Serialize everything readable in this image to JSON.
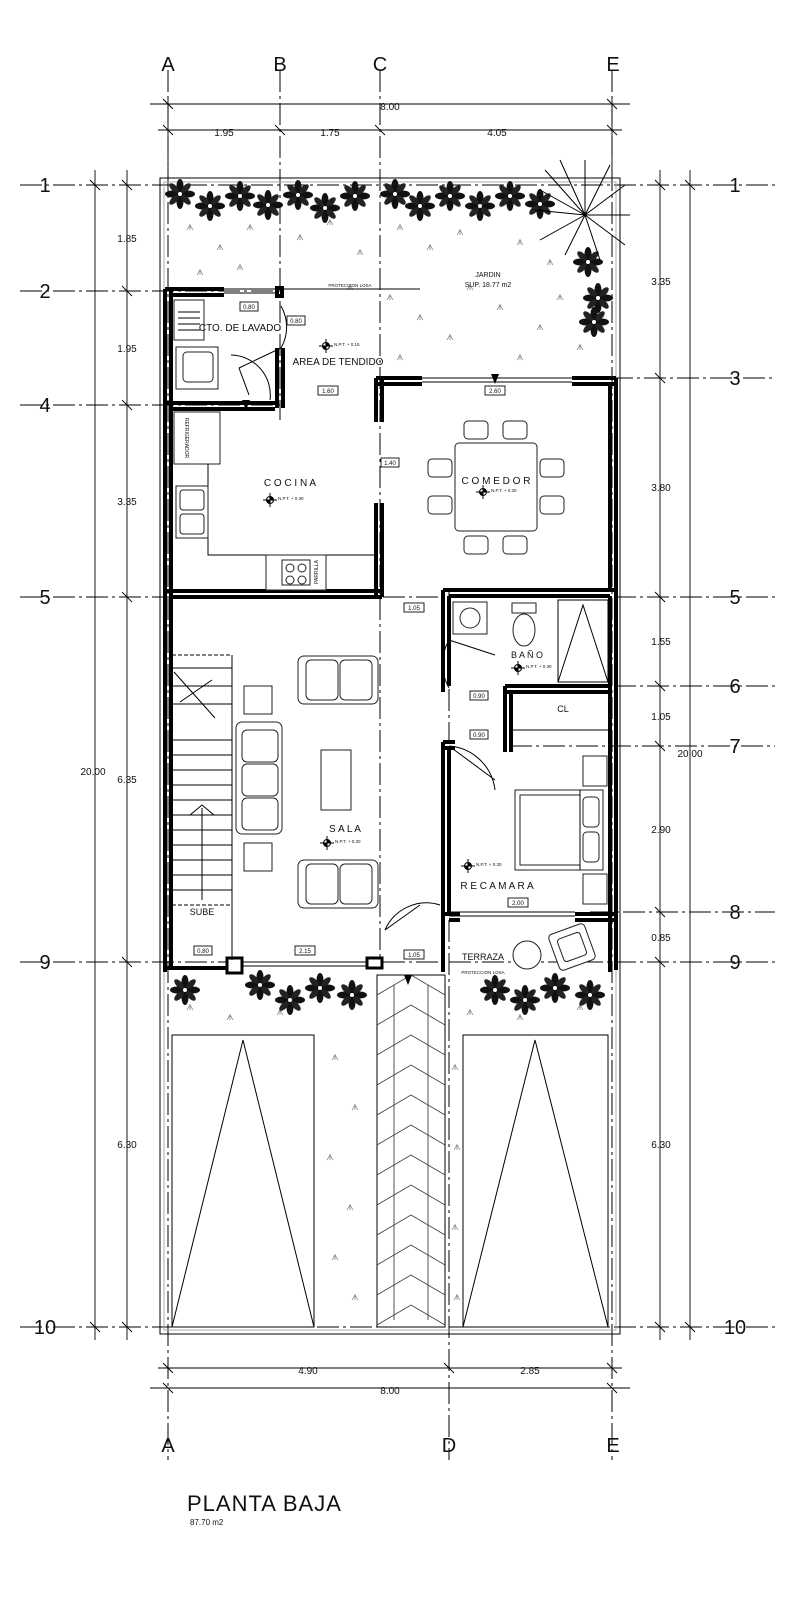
{
  "title": "PLANTA   BAJA",
  "subtitle": "87.70 m2",
  "axes_top": [
    "A",
    "B",
    "C",
    "E"
  ],
  "axes_bottom": [
    "A",
    "D",
    "E"
  ],
  "axes_left": [
    "1",
    "2",
    "4",
    "5",
    "9",
    "10"
  ],
  "axes_right": [
    "1",
    "3",
    "5",
    "6",
    "7",
    "8",
    "9",
    "10"
  ],
  "dims": {
    "top_total": "8.00",
    "top_parts": [
      "1.95",
      "1.75",
      "4.05"
    ],
    "bottom_total": "8.00",
    "bottom_parts": [
      "4.90",
      "2.85"
    ],
    "left_total": "20.00",
    "left_parts": [
      "1.85",
      "1.95",
      "3.35",
      "6.35",
      "6.30"
    ],
    "right_total": "20.00",
    "right_parts": [
      "3.35",
      "3.80",
      "1.55",
      "1.05",
      "2.90",
      "0.85",
      "6.30"
    ]
  },
  "rooms": {
    "jardin": "JARDIN",
    "jardin_area": "SUP.  18.77 m2",
    "lavado": "CTO. DE LAVADO",
    "tendido": "AREA DE TENDIDO",
    "cocina": "C O C I N A",
    "comedor": "C O M E D O R",
    "sala": "S A L A",
    "bano": "B A Ñ O",
    "cl": "CL",
    "recamara": "R E C A M A R A",
    "terraza": "TERRAZA",
    "sube": "SUBE"
  },
  "small_labels": {
    "proteccion_1": "PROTECCION LOSA",
    "proteccion_2": "PROTECCION LOSA",
    "npt_lavado": "N.P.T. + 0.15",
    "npt_cocina": "N.P.T. + 0.30",
    "npt_comedor": "N.P.T. + 0.30",
    "npt_sala": "N.P.T. + 0.30",
    "npt_bano": "N.P.T. + 0.30",
    "npt_recamara": "N.P.T. + 0.30",
    "refrigerador": "REFRIGERADOR",
    "parrilla": "PARRILLA"
  },
  "openings": {
    "o1": "0.80",
    "o2": "0.80",
    "o3": "1.60",
    "o4": "2.60",
    "o5": "1.40",
    "o6": "1.05",
    "o7": "0.90",
    "o8": "0.90",
    "o9": "2.00",
    "o10": "0.80",
    "o11": "2.15",
    "o12": "1.05"
  }
}
